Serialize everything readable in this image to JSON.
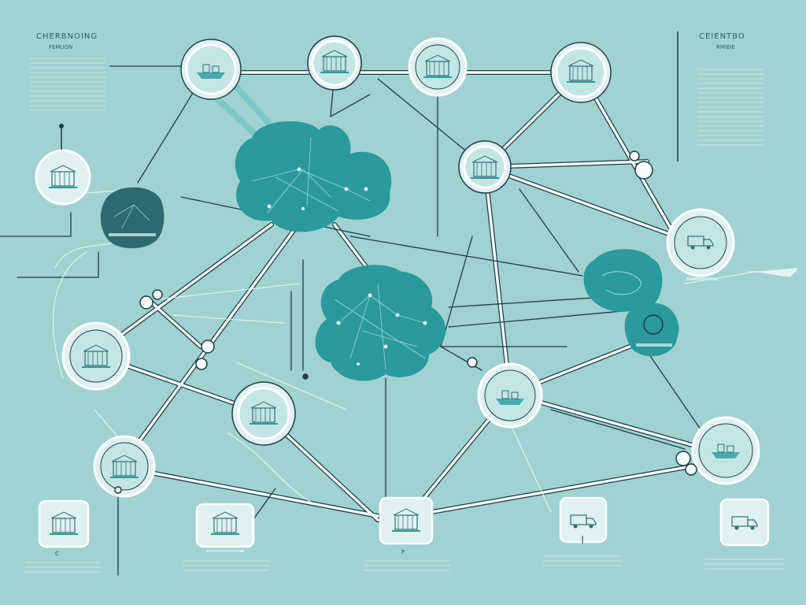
{
  "header_left": {
    "title": "CHERBNOING",
    "subtitle": "FEMUGN"
  },
  "header_right": {
    "title": "CEIENTBO",
    "subtitle": "RMIEIE"
  },
  "captions": {
    "bottom_1": "C",
    "bottom_3": "P"
  },
  "colors": {
    "background": "#9fd2d0",
    "line": "#1f3d44",
    "line_light": "#f4fbfa",
    "node_fill": "#dff2f1",
    "node_ring": "#ffffff",
    "cloud_teal": "#2a9a9c",
    "cloud_dark": "#2d6970",
    "text": "#2f5f66"
  },
  "icons": [
    "factory-icon",
    "warehouse-icon",
    "ship-icon",
    "truck-icon",
    "building-icon",
    "package-icon"
  ]
}
